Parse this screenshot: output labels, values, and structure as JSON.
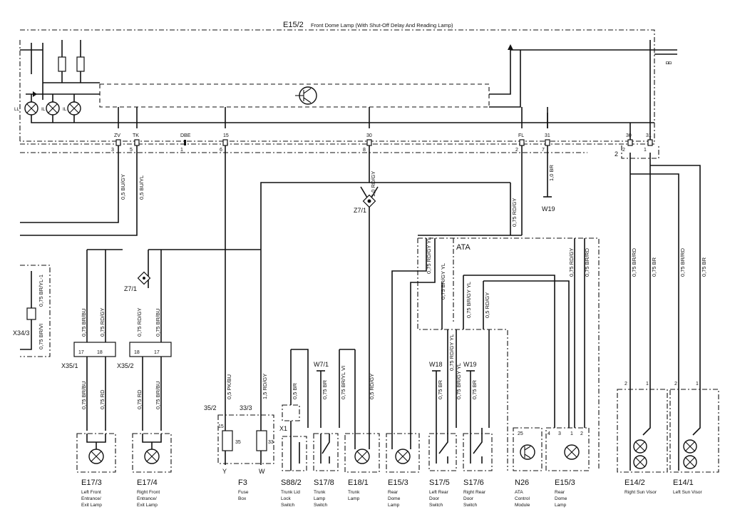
{
  "header": {
    "ref": "E15/2",
    "title": "Front Dome Lamp (With Shut-Off Delay And Reading Lamp)"
  },
  "inner_lamps": [
    "LL",
    "IL",
    "IL"
  ],
  "connector_pins": [
    {
      "name": "ZV",
      "pin": "3"
    },
    {
      "name": "TK",
      "pin": "5"
    },
    {
      "name": "DBE",
      "pin": "1"
    },
    {
      "name": "15",
      "pin": "6"
    },
    {
      "name": "30",
      "pin": "8"
    },
    {
      "name": "FL",
      "pin": "2"
    },
    {
      "name": "31",
      "pin": "7"
    }
  ],
  "right_pins": [
    {
      "name": "30",
      "pin": "2"
    },
    {
      "name": "31",
      "pin": "1"
    }
  ],
  "wires": {
    "bu_gy": "0,5 BU/GY",
    "bu_yl": "0,5 BU/YL",
    "rd_gy_10": "1,0 RD/GY",
    "rd_gy_075": "0,75 RD/GY",
    "br_10": "1,0 BR",
    "br_rd": "0,75 BR/RD",
    "br_075": "0,75 BR",
    "br_bu": "0,75 BR/BU",
    "rd": "0,75 RD",
    "br_yl": "0,75 BR/YL",
    "br_vi": "0,75 BR/VI",
    "rd_gy_yl": "0,75 RD/GY YL",
    "br_gy_yl": "0,75 BR/GY YL",
    "br_gy_yl2": "0,75 BR/GY YL",
    "pk_bu": "0,5 PK/BU",
    "rd_gy_15": "1,5 RD/GY",
    "br_05": "0,5 BR",
    "br_yl_vi": "0,75 BR/YL VI",
    "rd_gy_05": "0,5 RD/GY",
    "br_rd_05": "0,75 BR/RD",
    "rd_gy_b": "0,75 RD/GY",
    "br_rd_b": "0,75 BR/RD",
    "br_gy_yl_a": "0,75 BR/GY YL",
    "rd_gy_yl_a": "0,75 RD/GY YL"
  },
  "labels": {
    "z71": "Z7/1",
    "z71b": "Z7/1",
    "w19": "W19",
    "w19b": "W19",
    "w18": "W18",
    "w71": "W7/1",
    "ata": "ATA",
    "x343": "X34/3",
    "x351": "X35/1",
    "x352": "X35/2",
    "x1": "X1",
    "f352": "35/2",
    "f333": "33/3",
    "y": "Y",
    "w": "W",
    "two": "2",
    "fuse15": "15",
    "fuse33": "33",
    "fuse35": "35"
  },
  "components": [
    {
      "ref": "E17/3",
      "desc": [
        "Left Front",
        "Entrance/",
        "Exit Lamp"
      ]
    },
    {
      "ref": "E17/4",
      "desc": [
        "Right Front",
        "Entrance/",
        "Exit Lamp"
      ]
    },
    {
      "ref": "F3",
      "desc": [
        "Fuse",
        "Box"
      ]
    },
    {
      "ref": "S88/2",
      "desc": [
        "Trunk Lid",
        "Lock",
        "Switch"
      ]
    },
    {
      "ref": "S17/8",
      "desc": [
        "Trunk",
        "Lamp",
        "Switch"
      ]
    },
    {
      "ref": "E18/1",
      "desc": [
        "Trunk",
        "Lamp"
      ]
    },
    {
      "ref": "E15/3",
      "desc": [
        "Rear",
        "Dome",
        "Lamp"
      ]
    },
    {
      "ref": "S17/5",
      "desc": [
        "Left Rear",
        "Door",
        "Switch"
      ]
    },
    {
      "ref": "S17/6",
      "desc": [
        "Right Rear",
        "Door",
        "Switch"
      ]
    },
    {
      "ref": "N26",
      "desc": [
        "ATA",
        "Control",
        "Module"
      ]
    },
    {
      "ref": "E15/3",
      "desc": [
        "Rear",
        "Dome",
        "Lamp"
      ]
    },
    {
      "ref": "E14/2",
      "desc": [
        "Right Sun Visor"
      ]
    },
    {
      "ref": "E14/1",
      "desc": [
        "Left Sun Visor"
      ]
    }
  ],
  "x343_wires": {
    "a": "0,75 BR/YL-1",
    "b": "0,75 BR/VI"
  }
}
